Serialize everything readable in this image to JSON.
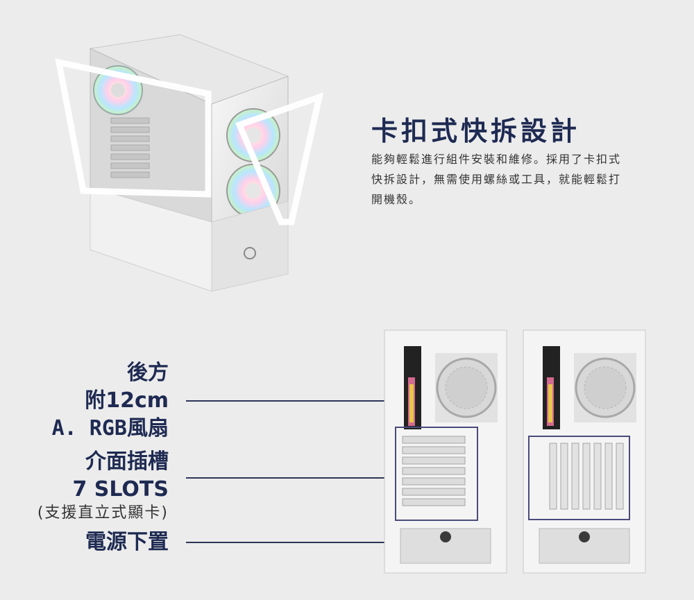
{
  "heading": {
    "title": "卡扣式快拆設計",
    "description_lines": [
      "能夠輕鬆進行組件安裝和維修。採用了卡扣式",
      "快拆設計，無需使用螺絲或工具，就能輕鬆打",
      "開機殼。"
    ]
  },
  "callouts": {
    "fan": {
      "lines": [
        "後方",
        "附12cm",
        "A. RGB風扇"
      ]
    },
    "slots": {
      "lines": [
        "介面插槽",
        "7 SLOTS"
      ],
      "note": "(支援直立式顯卡)"
    },
    "psu": {
      "lines": [
        "電源下置"
      ]
    }
  },
  "colors": {
    "background": "#ececec",
    "title": "#1e2a52",
    "accent_line": "#2b3556",
    "highlight_box": "#4a4a7a"
  },
  "icons": {
    "case_logo": "ring-logo-icon"
  }
}
